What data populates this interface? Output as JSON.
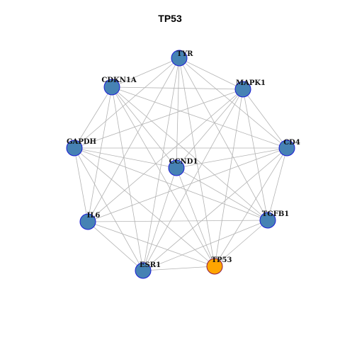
{
  "title": "TP53",
  "colors": {
    "node": "#4682B4",
    "hub": "#FFA500",
    "edge": "#B3B3B3"
  },
  "nodes": [
    {
      "id": "TYR",
      "label": "TYR"
    },
    {
      "id": "CDKN1A",
      "label": "CDKN1A"
    },
    {
      "id": "MAPK1",
      "label": "MAPK1"
    },
    {
      "id": "GAPDH",
      "label": "GAPDH"
    },
    {
      "id": "CD4",
      "label": "CD4"
    },
    {
      "id": "CCND1",
      "label": "CCND1"
    },
    {
      "id": "IL6",
      "label": "IL6"
    },
    {
      "id": "TGFB1",
      "label": "TGFB1"
    },
    {
      "id": "ESR1",
      "label": "ESR1"
    },
    {
      "id": "TP53",
      "label": "TP53",
      "hub": true
    }
  ],
  "edges": [
    [
      "TYR",
      "CDKN1A"
    ],
    [
      "TYR",
      "MAPK1"
    ],
    [
      "TYR",
      "GAPDH"
    ],
    [
      "TYR",
      "CD4"
    ],
    [
      "TYR",
      "CCND1"
    ],
    [
      "TYR",
      "IL6"
    ],
    [
      "TYR",
      "TGFB1"
    ],
    [
      "TYR",
      "ESR1"
    ],
    [
      "TYR",
      "TP53"
    ],
    [
      "CDKN1A",
      "MAPK1"
    ],
    [
      "CDKN1A",
      "GAPDH"
    ],
    [
      "CDKN1A",
      "CD4"
    ],
    [
      "CDKN1A",
      "CCND1"
    ],
    [
      "CDKN1A",
      "IL6"
    ],
    [
      "CDKN1A",
      "TGFB1"
    ],
    [
      "CDKN1A",
      "ESR1"
    ],
    [
      "CDKN1A",
      "TP53"
    ],
    [
      "MAPK1",
      "GAPDH"
    ],
    [
      "MAPK1",
      "CD4"
    ],
    [
      "MAPK1",
      "CCND1"
    ],
    [
      "MAPK1",
      "IL6"
    ],
    [
      "MAPK1",
      "TGFB1"
    ],
    [
      "MAPK1",
      "ESR1"
    ],
    [
      "MAPK1",
      "TP53"
    ],
    [
      "GAPDH",
      "CD4"
    ],
    [
      "GAPDH",
      "CCND1"
    ],
    [
      "GAPDH",
      "IL6"
    ],
    [
      "GAPDH",
      "TGFB1"
    ],
    [
      "GAPDH",
      "ESR1"
    ],
    [
      "GAPDH",
      "TP53"
    ],
    [
      "CD4",
      "CCND1"
    ],
    [
      "CD4",
      "IL6"
    ],
    [
      "CD4",
      "TGFB1"
    ],
    [
      "CD4",
      "ESR1"
    ],
    [
      "CD4",
      "TP53"
    ],
    [
      "CCND1",
      "TGFB1"
    ],
    [
      "CCND1",
      "ESR1"
    ],
    [
      "CCND1",
      "TP53"
    ],
    [
      "IL6",
      "TGFB1"
    ],
    [
      "IL6",
      "ESR1"
    ],
    [
      "IL6",
      "TP53"
    ],
    [
      "TGFB1",
      "ESR1"
    ],
    [
      "TGFB1",
      "TP53"
    ],
    [
      "ESR1",
      "TP53"
    ]
  ]
}
